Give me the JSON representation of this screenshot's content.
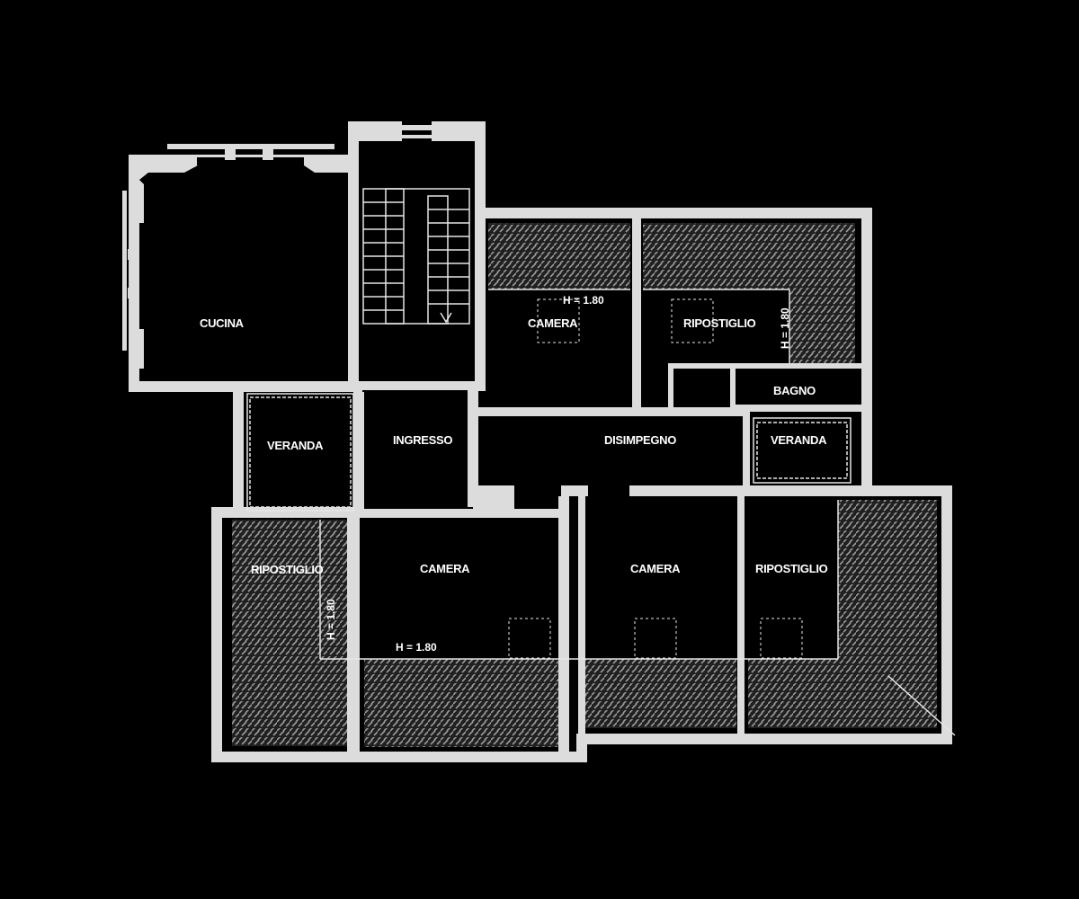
{
  "rooms": {
    "cucina": "CUCINA",
    "camera_top": "CAMERA",
    "ripostiglio_top": "RIPOSTIGLIO",
    "bagno": "BAGNO",
    "veranda_left": "VERANDA",
    "ingresso": "INGRESSO",
    "disimpegno": "DISIMPEGNO",
    "veranda_right": "VERANDA",
    "ripostiglio_left": "RIPOSTIGLIO",
    "camera_bottom_left": "CAMERA",
    "camera_bottom_mid": "CAMERA",
    "ripostiglio_bottom_right": "RIPOSTIGLIO"
  },
  "heights": {
    "top_camera": "H = 1.80",
    "top_ripostiglio": "H = 1.80",
    "left_ripostiglio": "H = 1.80",
    "bottom_camera": "H = 1.80"
  },
  "colors": {
    "background": "#000000",
    "walls": "#dcdcdc",
    "labels": "#ffffff"
  }
}
